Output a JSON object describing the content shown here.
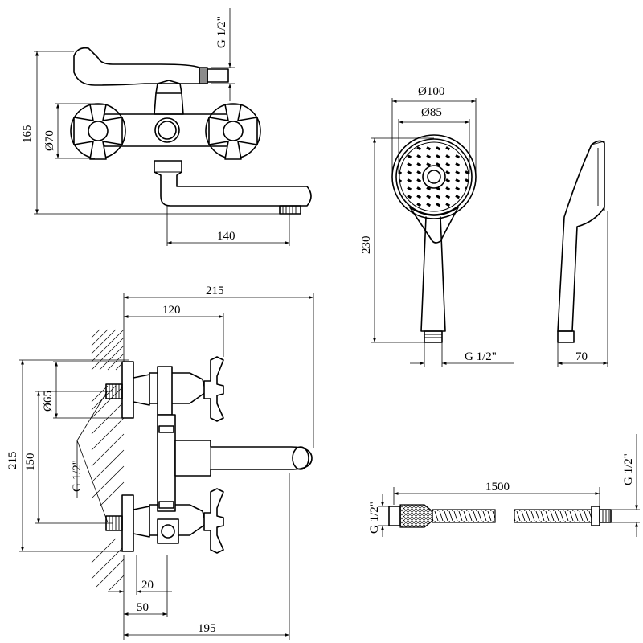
{
  "front_view": {
    "labels": {
      "height": "165",
      "handle_diameter": "Ø70",
      "spout_reach": "140",
      "top_thread": "G 1/2\""
    }
  },
  "shower_head": {
    "labels": {
      "outer_diameter": "Ø100",
      "inner_diameter": "Ø85",
      "length": "230",
      "thread": "G 1/2\"",
      "depth": "70"
    }
  },
  "top_view": {
    "labels": {
      "overall_height": "215",
      "center_distance": "150",
      "flange_diameter": "Ø65",
      "inlet_thread": "G 1/2\"",
      "overall_width": "215",
      "handle_offset": "120",
      "wall_gap": "20",
      "axis_offset": "50",
      "spout_length": "195"
    }
  },
  "hose": {
    "labels": {
      "length": "1500",
      "left_thread": "G 1/2\"",
      "right_thread": "G 1/2\""
    }
  }
}
